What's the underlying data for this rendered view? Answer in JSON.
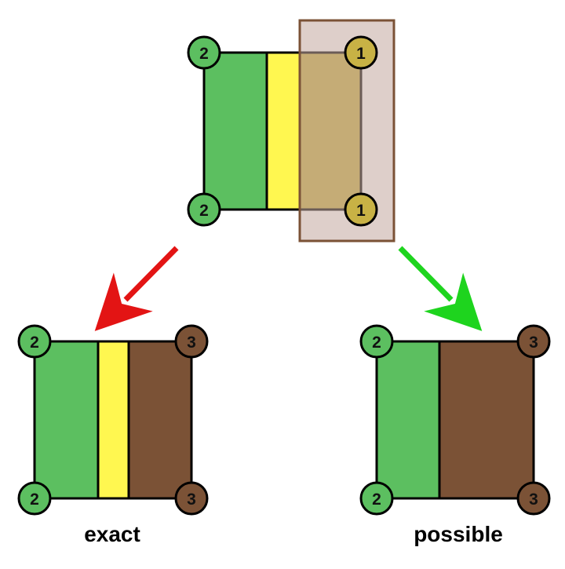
{
  "colors": {
    "green": "#5cbf60",
    "yellow": "#fff750",
    "brown": "#7b5236",
    "olive": "#c8b245",
    "overlay_fill": "#c3a89e",
    "overlay_stroke": "#7b5236",
    "arrow_red": "#e31414",
    "arrow_green": "#1ed41e",
    "outline": "#000000"
  },
  "top": {
    "corner_labels": {
      "top_left": "2",
      "bottom_left": "2",
      "top_right": "1",
      "bottom_right": "1"
    }
  },
  "left_result": {
    "corner_labels": {
      "top_left": "2",
      "bottom_left": "2",
      "top_right": "3",
      "bottom_right": "3"
    },
    "caption": "exact"
  },
  "right_result": {
    "corner_labels": {
      "top_left": "2",
      "bottom_left": "2",
      "top_right": "3",
      "bottom_right": "3"
    },
    "caption": "possible"
  }
}
